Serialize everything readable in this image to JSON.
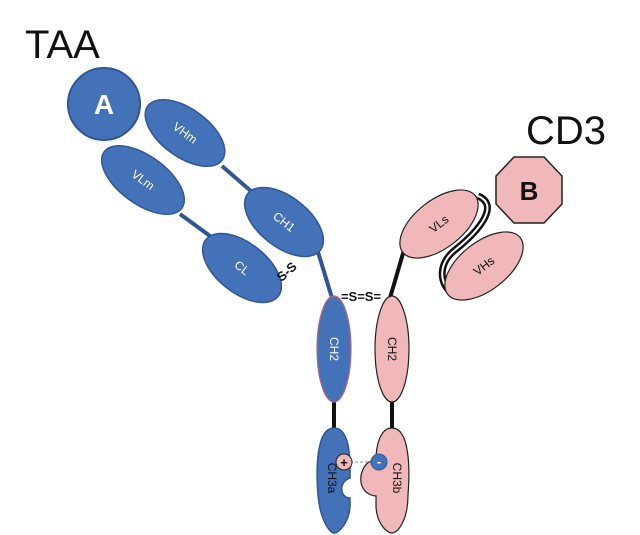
{
  "labels": {
    "taa": "TAA",
    "cd3": "CD3",
    "antigen_a": "A",
    "antigen_b": "B"
  },
  "domains": {
    "vhm": "VHm",
    "vlm": "VLm",
    "ch1": "CH1",
    "cl": "CL",
    "ch2_left": "CH2",
    "ch2_right": "CH2",
    "ch3a": "CH3a",
    "ch3b": "CH3b",
    "vls": "VLs",
    "vhs": "VHs"
  },
  "bonds": {
    "light_heavy": "S-S",
    "hinge": "=S=S="
  },
  "charges": {
    "plus": "+",
    "minus": "-"
  },
  "colors": {
    "blue": "#4472b8",
    "blue_stroke": "#2f5597",
    "pink": "#f0b8b8",
    "pink_stroke": "#222222"
  }
}
